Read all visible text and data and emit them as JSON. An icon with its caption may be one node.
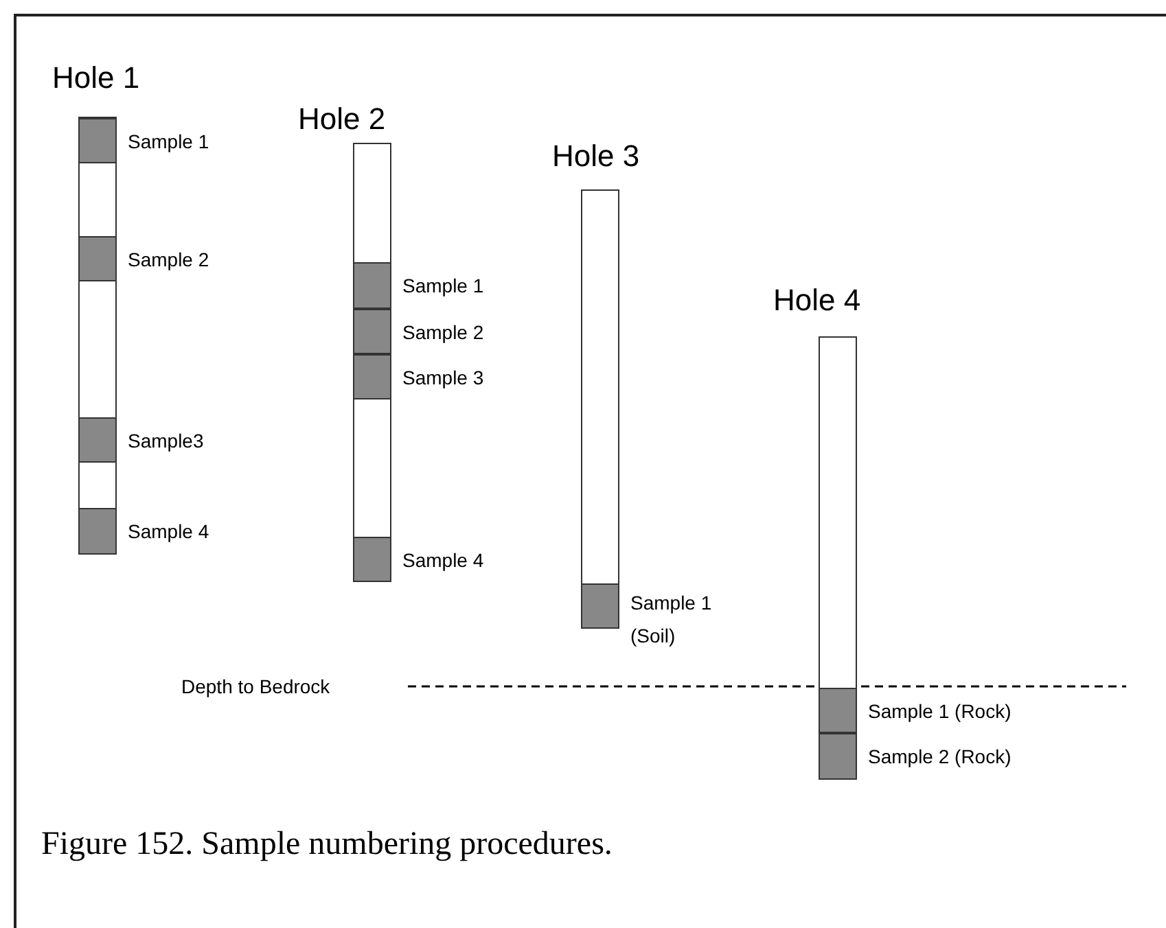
{
  "diagram": {
    "caption": "Figure 152. Sample numbering procedures.",
    "nodes": [
      {
        "text": [
          "Hole 1"
        ]
      },
      {
        "text": [],
        "shape": "box",
        "in": 0,
        "beside": [
          "Sample 1"
        ]
      },
      {
        "text": [],
        "shape": "box",
        "in": 0,
        "beside": [
          "Sample 2"
        ]
      },
      {
        "text": [],
        "shape": "box",
        "in": 0,
        "beside": [
          "Sample3"
        ]
      },
      {
        "text": [],
        "shape": "box",
        "in": 0,
        "beside": [
          "Sample 4"
        ]
      },
      {
        "text": [
          "Hole 2"
        ]
      },
      {
        "text": [],
        "shape": "box",
        "in": 5,
        "beside": [
          "Sample 1"
        ]
      },
      {
        "text": [],
        "shape": "box",
        "in": 5,
        "beside": [
          "Sample 2"
        ]
      },
      {
        "text": [],
        "shape": "box",
        "in": 5,
        "beside": [
          "Sample 3"
        ]
      },
      {
        "text": [],
        "shape": "box",
        "in": 5,
        "beside": [
          "Sample 4"
        ]
      },
      {
        "text": [
          "Hole 3"
        ]
      },
      {
        "text": [],
        "shape": "box",
        "in": 10,
        "beside": [
          "Sample 1 (Soil)"
        ]
      },
      {
        "text": [
          "Hole 4"
        ]
      },
      {
        "text": [],
        "shape": "box",
        "in": 12,
        "beside": [
          "Sample 1 (Rock)"
        ]
      },
      {
        "text": [],
        "shape": "box",
        "in": 12,
        "beside": [
          "Sample 2 (Rock)"
        ]
      }
    ],
    "edges": [],
    "labels": [
      "Depth to Bedrock"
    ]
  }
}
